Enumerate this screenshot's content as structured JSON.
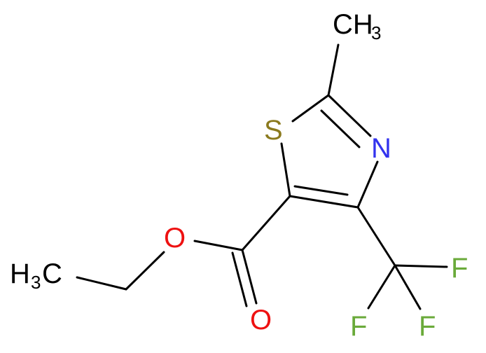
{
  "molecule": {
    "colors": {
      "carbon": "#000000",
      "sulfur": "#8B7A1E",
      "nitrogen": "#3333EE",
      "oxygen": "#EE1111",
      "fluorine": "#6AAA3A",
      "background": "#FFFFFF"
    },
    "labels": {
      "methyl_main": "CH",
      "methyl_sub": "3",
      "sulfur": "S",
      "nitrogen": "N",
      "ester_oxygen": "O",
      "carbonyl_oxygen": "O",
      "ethyl_h": "H",
      "ethyl_sub": "3",
      "ethyl_c": "C",
      "fluorine_1": "F",
      "fluorine_2": "F",
      "fluorine_3": "F"
    }
  }
}
